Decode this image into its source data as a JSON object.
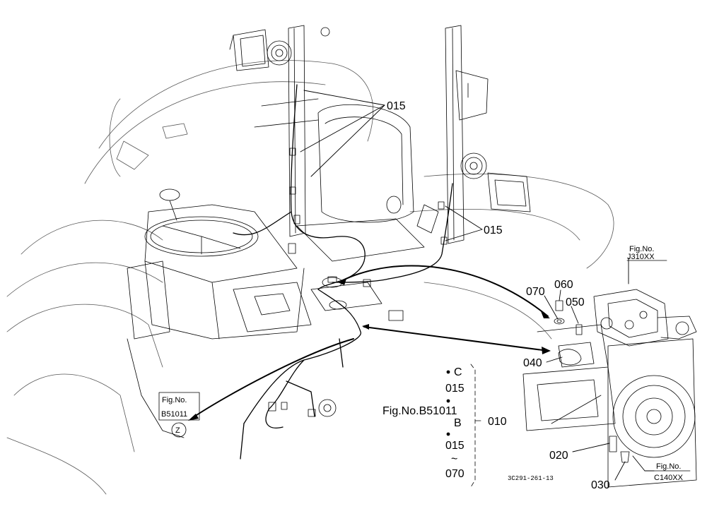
{
  "callouts": {
    "p015_a": "015",
    "p015_b": "015",
    "p070": "070",
    "p060": "060",
    "p050": "050",
    "p040": "040",
    "p010": "010",
    "p020": "020",
    "p030": "030"
  },
  "figrefs": {
    "j310_top": "Fig.No.",
    "j310_bottom": "J310XX",
    "b51011_top": "Fig.No.",
    "b51011_bottom": "B51011",
    "z_marker": "Z",
    "c140_top": "Fig.No.",
    "c140_bottom": "C140XX"
  },
  "legend": {
    "c": "C",
    "c_part": "015",
    "figref": "Fig.No.B51011",
    "b": "B",
    "b_from": "015",
    "tilde": "~",
    "b_to": "070"
  },
  "drawing_code": "3C291-261-13"
}
